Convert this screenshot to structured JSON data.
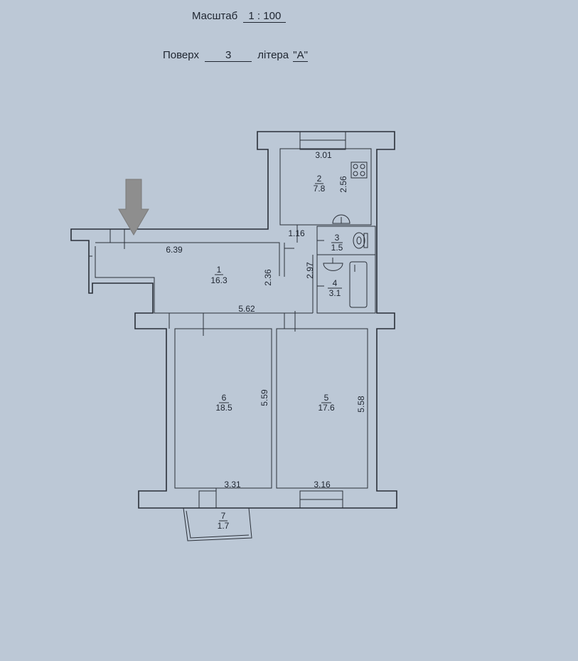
{
  "header": {
    "scale_label": "Масштаб",
    "scale_value": "1 : 100",
    "floor_label": "Поверх",
    "floor_value": "3",
    "letter_label": "літера",
    "letter_value": "\"А\""
  },
  "rooms": [
    {
      "num": "1",
      "area": "16.3"
    },
    {
      "num": "2",
      "area": "7.8"
    },
    {
      "num": "3",
      "area": "1.5"
    },
    {
      "num": "4",
      "area": "3.1"
    },
    {
      "num": "5",
      "area": "17.6"
    },
    {
      "num": "6",
      "area": "18.5"
    },
    {
      "num": "7",
      "area": "1.7"
    }
  ],
  "dimensions": {
    "d301": "3.01",
    "d256": "2.56",
    "d116": "1.16",
    "d639": "6.39",
    "d236": "2.36",
    "d297": "2.97",
    "d562": "5.62",
    "d559": "5.59",
    "d558": "5.58",
    "d331": "3.31",
    "d316": "3.16"
  },
  "colors": {
    "paper": "#bcc8d6",
    "ink": "#1e2530",
    "arrow": "#8e8e8e"
  }
}
